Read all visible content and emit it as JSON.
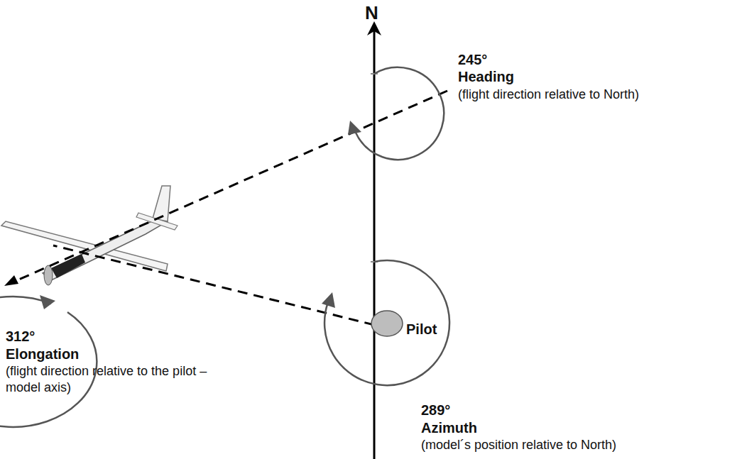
{
  "diagram": {
    "labels": [
      "N",
      "245°",
      "Heading",
      "(flight direction relative to North)",
      "312°",
      "Elongation",
      "(flight direction relative to the pilot – model axis)",
      "Pilot",
      "289°",
      "Azimuth",
      "(model´s position relative to North)"
    ]
  }
}
